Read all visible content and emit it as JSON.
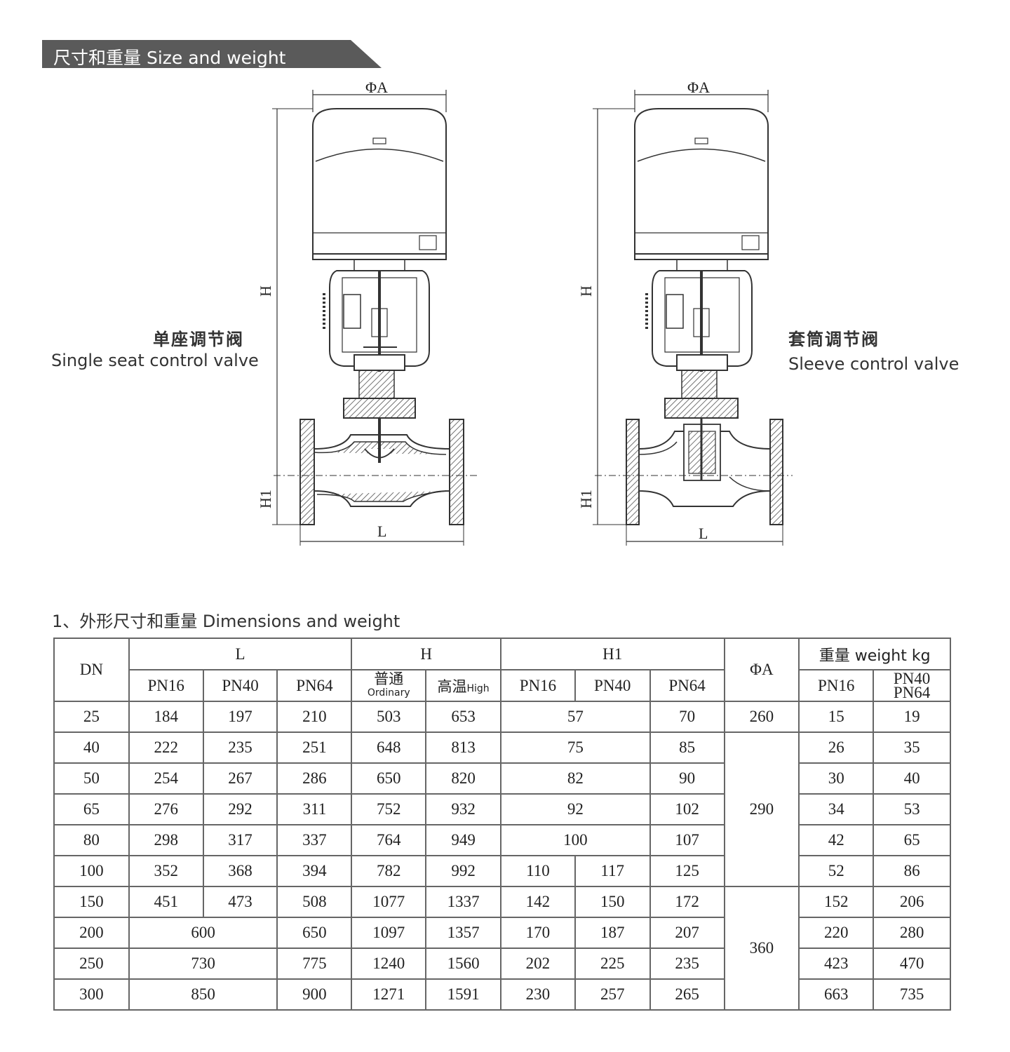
{
  "section_header": "尺寸和重量  Size and weight",
  "drawing": {
    "dim_phiA": "ΦA",
    "dim_H": "H",
    "dim_H1": "H1",
    "dim_L": "L"
  },
  "valves": {
    "single": {
      "cn": "单座调节阀",
      "en": "Single seat control valve"
    },
    "sleeve": {
      "cn": "套筒调节阀",
      "en": "Sleeve control valve"
    }
  },
  "table_title": "1、外形尺寸和重量  Dimensions and weight",
  "table": {
    "headers": {
      "dn": "DN",
      "L": "L",
      "H": "H",
      "H1": "H1",
      "phiA": "ΦA",
      "weight": "重量 weight kg",
      "pn16": "PN16",
      "pn40": "PN40",
      "pn64": "PN64",
      "ordinary_cn": "普通",
      "ordinary_en": "Ordinary",
      "high_cn": "高温",
      "high_en": "High",
      "w_pn40": "PN40",
      "w_pn64": "PN64"
    },
    "rows": [
      {
        "dn": "25",
        "l16": "184",
        "l40": "197",
        "l64": "210",
        "h_ord": "503",
        "h_high": "653",
        "h1_16": "57",
        "h1_64": "70",
        "phiA": "260",
        "w16": "15",
        "w40": "19"
      },
      {
        "dn": "40",
        "l16": "222",
        "l40": "235",
        "l64": "251",
        "h_ord": "648",
        "h_high": "813",
        "h1_16": "75",
        "h1_64": "85",
        "w16": "26",
        "w40": "35"
      },
      {
        "dn": "50",
        "l16": "254",
        "l40": "267",
        "l64": "286",
        "h_ord": "650",
        "h_high": "820",
        "h1_16": "82",
        "h1_64": "90",
        "w16": "30",
        "w40": "40"
      },
      {
        "dn": "65",
        "l16": "276",
        "l40": "292",
        "l64": "311",
        "h_ord": "752",
        "h_high": "932",
        "h1_16": "92",
        "h1_64": "102",
        "phiA": "290",
        "w16": "34",
        "w40": "53"
      },
      {
        "dn": "80",
        "l16": "298",
        "l40": "317",
        "l64": "337",
        "h_ord": "764",
        "h_high": "949",
        "h1_16": "100",
        "h1_64": "107",
        "w16": "42",
        "w40": "65"
      },
      {
        "dn": "100",
        "l16": "352",
        "l40": "368",
        "l64": "394",
        "h_ord": "782",
        "h_high": "992",
        "h1_16": "110",
        "h1_40": "117",
        "h1_64": "125",
        "w16": "52",
        "w40": "86"
      },
      {
        "dn": "150",
        "l16": "451",
        "l40": "473",
        "l64": "508",
        "h_ord": "1077",
        "h_high": "1337",
        "h1_16": "142",
        "h1_40": "150",
        "h1_64": "172",
        "w16": "152",
        "w40": "206"
      },
      {
        "dn": "200",
        "l16": "600",
        "l64": "650",
        "h_ord": "1097",
        "h_high": "1357",
        "h1_16": "170",
        "h1_40": "187",
        "h1_64": "207",
        "phiA": "360",
        "w16": "220",
        "w40": "280"
      },
      {
        "dn": "250",
        "l16": "730",
        "l64": "775",
        "h_ord": "1240",
        "h_high": "1560",
        "h1_16": "202",
        "h1_40": "225",
        "h1_64": "235",
        "w16": "423",
        "w40": "470"
      },
      {
        "dn": "300",
        "l16": "850",
        "l64": "900",
        "h_ord": "1271",
        "h_high": "1591",
        "h1_16": "230",
        "h1_40": "257",
        "h1_64": "265",
        "w16": "663",
        "w40": "735"
      }
    ]
  }
}
